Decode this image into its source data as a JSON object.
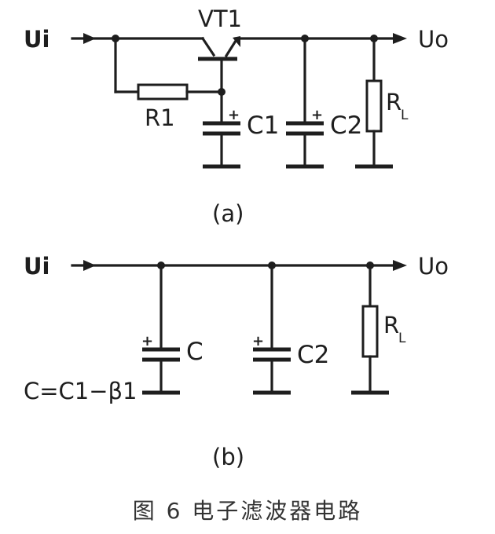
{
  "diagram_a": {
    "input_label": "Ui",
    "output_label": "Uo",
    "transistor_label": "VT1",
    "resistor_label": "R1",
    "cap1_label": "C1",
    "cap2_label": "C2",
    "load_label": "R",
    "load_subscript": "L",
    "plus_sign": "+",
    "panel_label": "(a)"
  },
  "diagram_b": {
    "input_label": "Ui",
    "output_label": "Uo",
    "cap_label": "C",
    "cap2_label": "C2",
    "load_label": "R",
    "load_subscript": "L",
    "plus_sign": "+",
    "formula": "C=C1−β1",
    "panel_label": "(b)"
  },
  "caption": "图 6  电子滤波器电路"
}
